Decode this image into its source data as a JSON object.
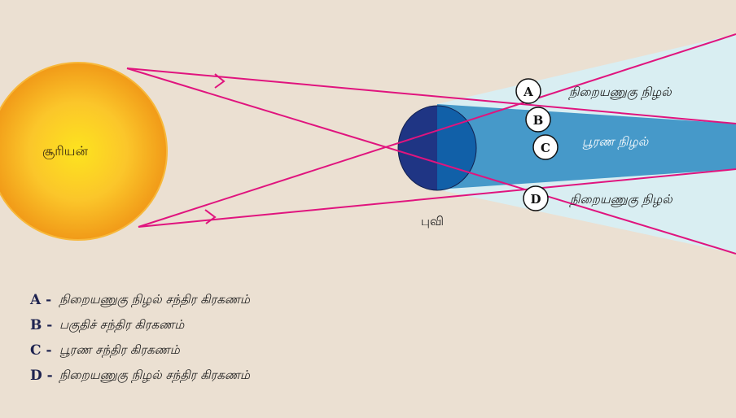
{
  "diagram": {
    "sun_label": "சூரியன்",
    "earth_label": "புவி",
    "zones": {
      "penumbra_top": "நிறையணுகு நிழல்",
      "umbra": "பூரண நிழல்",
      "penumbra_bottom": "நிறையணுகு நிழல்"
    },
    "markers": [
      "A",
      "B",
      "C",
      "D"
    ]
  },
  "legend": [
    {
      "key": "A -",
      "text": "நிறையணுகு நிழல் சந்திர கிரகணம்"
    },
    {
      "key": "B -",
      "text": "பகுதிச் சந்திர கிரகணம்"
    },
    {
      "key": "C -",
      "text": "பூரண சந்திர கிரகணம்"
    },
    {
      "key": "D -",
      "text": "நிறையணுகு நிழல் சந்திர கிரகணம்"
    }
  ],
  "colors": {
    "background": "#ebe0d2",
    "ray": "#e0147e",
    "penumbra": "#d9eef2",
    "umbra": "#4699c9",
    "earth_day": "#1160a8",
    "earth_night": "#1f3584",
    "sun_core": "#fde31f",
    "sun_edge": "#f19a18"
  }
}
